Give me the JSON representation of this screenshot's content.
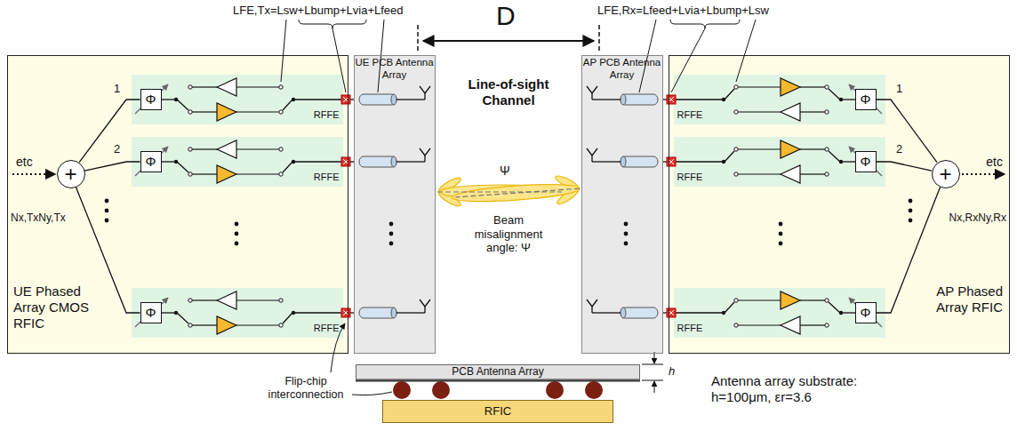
{
  "diagram": {
    "nodes": [
      {
        "text": [
          "UE Phased Array CMOS RFIC"
        ]
      },
      {
        "text": [
          "+"
        ],
        "in": 0
      },
      {
        "text": [
          "RFFE"
        ],
        "in": 0
      },
      {
        "text": [
          "Φ"
        ],
        "in": 2
      },
      {
        "text": [
          "RFFE"
        ],
        "in": 0
      },
      {
        "text": [
          "Φ"
        ],
        "in": 4
      },
      {
        "text": [
          "RFFE"
        ],
        "in": 0
      },
      {
        "text": [
          "Φ"
        ],
        "in": 6
      },
      {
        "text": [
          "UE PCB Antenna Array"
        ]
      },
      {
        "text": [
          "AP PCB Antenna Array"
        ]
      },
      {
        "text": [
          "AP Phased Array RFIC"
        ]
      },
      {
        "text": [
          "RFFE"
        ],
        "in": 10
      },
      {
        "text": [
          "Φ"
        ],
        "in": 11
      },
      {
        "text": [
          "RFFE"
        ],
        "in": 10
      },
      {
        "text": [
          "Φ"
        ],
        "in": 13
      },
      {
        "text": [
          "RFFE"
        ],
        "in": 10
      },
      {
        "text": [
          "Φ"
        ],
        "in": 15
      },
      {
        "text": [
          "+"
        ],
        "in": 10
      },
      {
        "text": [
          "PCB Antenna Array"
        ]
      },
      {
        "text": [
          "RFIC"
        ]
      }
    ],
    "edges": [
      {
        "from": 1,
        "to": 3,
        "arrow": "none"
      },
      {
        "from": 1,
        "to": 5,
        "arrow": "none"
      },
      {
        "from": 1,
        "to": 7,
        "arrow": "none"
      },
      {
        "from": 2,
        "to": 8,
        "arrow": "none"
      },
      {
        "from": 4,
        "to": 8,
        "arrow": "none"
      },
      {
        "from": 6,
        "to": 8,
        "arrow": "none"
      },
      {
        "from": 9,
        "to": 11,
        "arrow": "none"
      },
      {
        "from": 9,
        "to": 13,
        "arrow": "none"
      },
      {
        "from": 9,
        "to": 15,
        "arrow": "none"
      },
      {
        "from": 12,
        "to": 17,
        "arrow": "none"
      },
      {
        "from": 14,
        "to": 17,
        "arrow": "none"
      },
      {
        "from": 16,
        "to": 17,
        "arrow": "none"
      }
    ],
    "labels": [
      "LFE,Tx=Lsw+Lbump+Lvia+Lfeed",
      "D",
      "LFE,Rx=Lfeed+Lvia+Lbump+Lsw",
      "etc",
      "1",
      "2",
      "Nx,TxNy,Tx",
      "Line-of-sight Channel",
      "Ψ",
      "Beam misalignment angle: Ψ",
      "1",
      "2",
      "Nx,RxNy,Rx",
      "etc",
      "Flip-chip interconnection",
      "h",
      "Antenna array substrate: h=100μm, εr=3.6"
    ]
  }
}
